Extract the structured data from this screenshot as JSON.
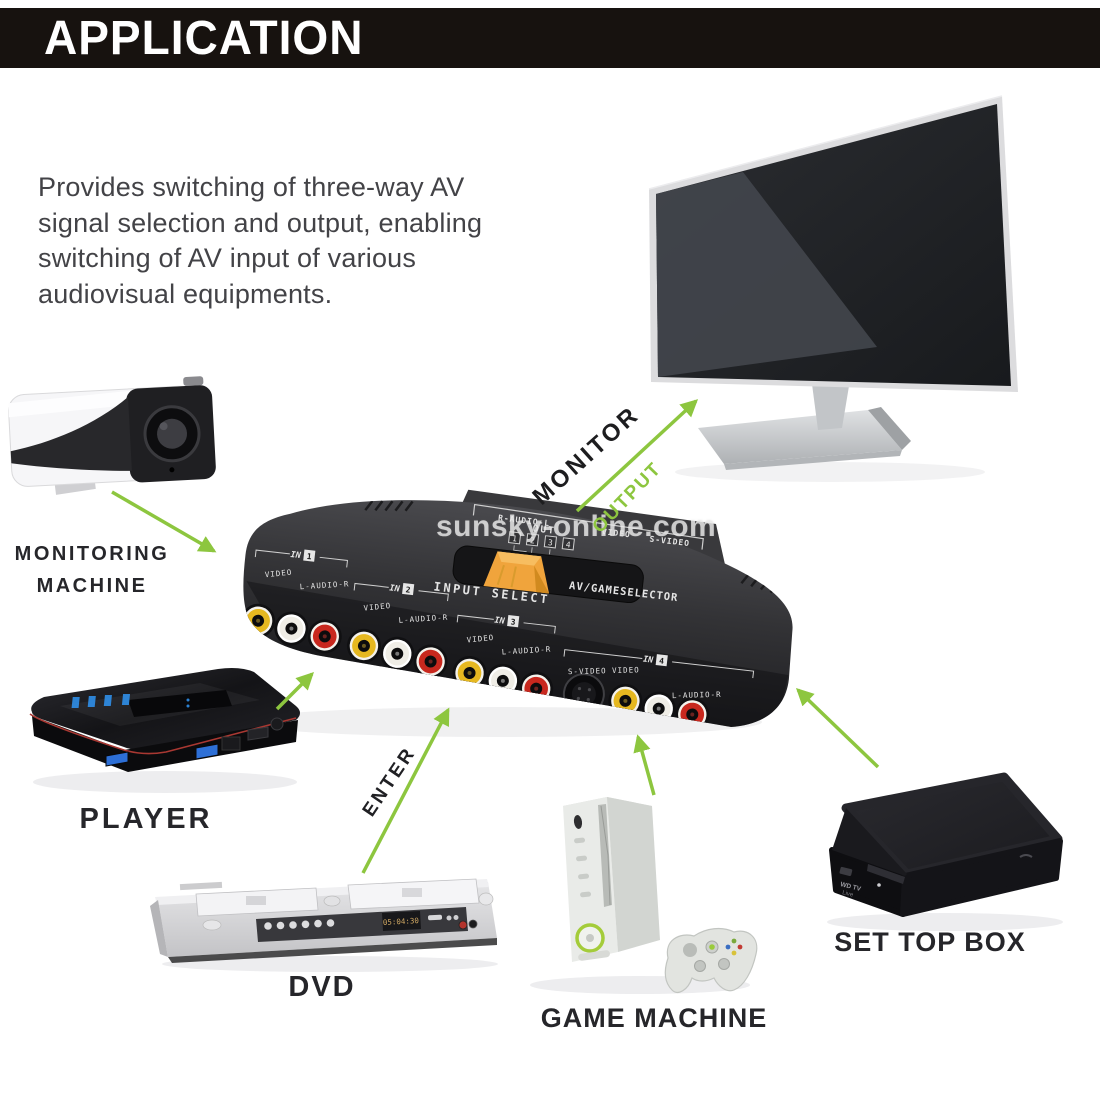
{
  "header": {
    "title": "APPLICATION"
  },
  "description": {
    "lines": [
      "Provides switching of three-way AV",
      "signal selection and output, enabling",
      "switching of AV input of various",
      "audiovisual equipments."
    ]
  },
  "watermark": "sunsky-online.com",
  "flow_labels": {
    "monitor": "MONITOR",
    "output": "OUTPUT",
    "enter": "ENTER"
  },
  "device_labels": {
    "monitoring_machine_line1": "MONITORING",
    "monitoring_machine_line2": "MACHINE",
    "player": "PLAYER",
    "dvd": "DVD",
    "game_machine": "GAME MACHINE",
    "set_top_box": "SET TOP BOX"
  },
  "selector": {
    "product_name": "AV/GAMESELECTOR",
    "input_select": "INPUT SELECT",
    "out": "OUT",
    "out_channels": [
      "1",
      "2",
      "3",
      "4"
    ],
    "output_row": {
      "audio": "R-AUDIO-L",
      "video": "VIDEO",
      "svideo": "S-VIDEO"
    },
    "inputs": [
      {
        "label": "IN",
        "num": "1",
        "video": "VIDEO",
        "audio": "L-AUDIO-R"
      },
      {
        "label": "IN",
        "num": "2",
        "video": "VIDEO",
        "audio": "L-AUDIO-R"
      },
      {
        "label": "IN",
        "num": "3",
        "video": "VIDEO",
        "audio": "L-AUDIO-R"
      },
      {
        "label": "IN",
        "num": "4",
        "video": "S-VIDEO VIDEO",
        "audio": "L-AUDIO-R"
      }
    ]
  },
  "dvd_display": "05:04:30",
  "set_top_box_brand": {
    "line1": "WD TV",
    "line2": "Live"
  },
  "colors": {
    "arrow_green": "#8dc63f",
    "switch_orange": "#f0a43c",
    "header_bg": "#17120f",
    "jack_yellow": "#e6b820",
    "jack_white": "#efede6",
    "jack_red": "#c8281e"
  }
}
